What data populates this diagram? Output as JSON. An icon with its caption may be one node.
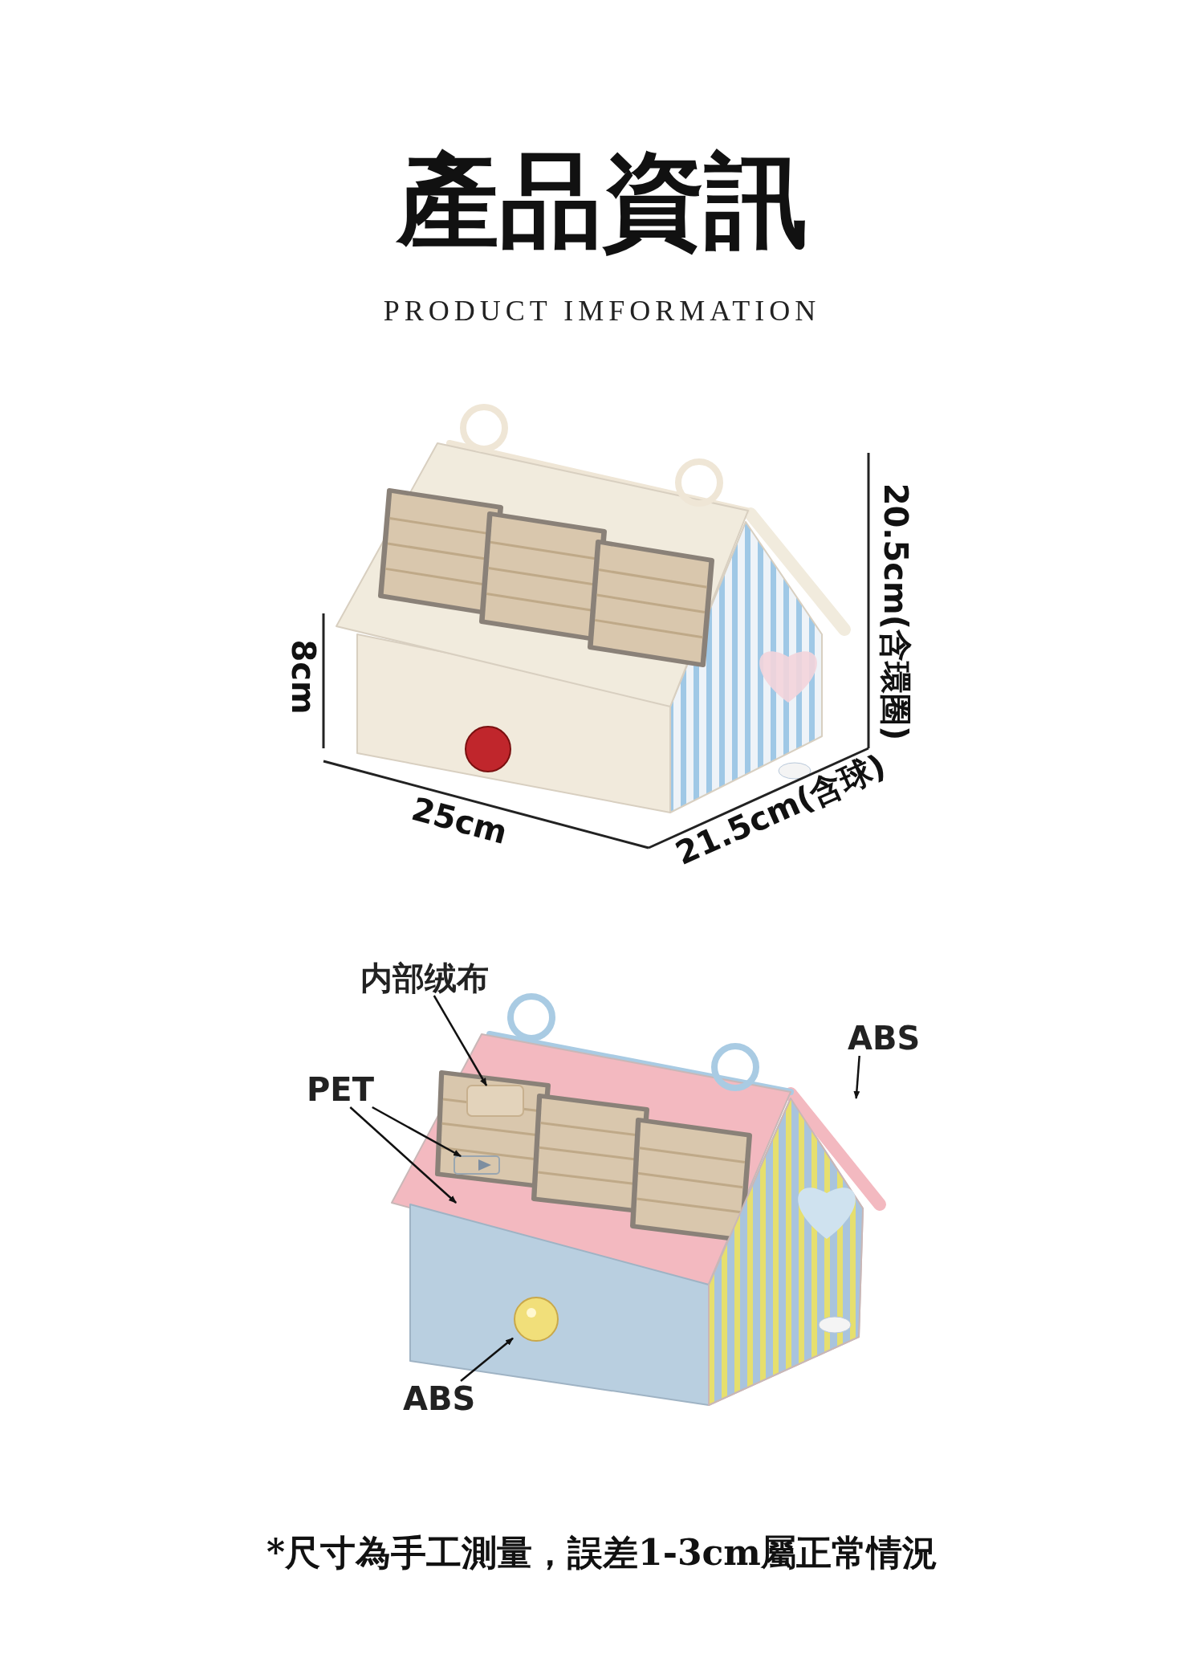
{
  "diagram": {
    "title": "產品資訊",
    "nodes": [
      {
        "text": [
          "内部绒布"
        ]
      },
      {
        "text": [
          "PET"
        ]
      },
      {
        "text": [
          "ABS"
        ]
      },
      {
        "text": [
          "ABS"
        ]
      },
      {
        "text": [],
        "shape": "box"
      },
      {
        "text": [],
        "shape": "picture"
      },
      {
        "text": [],
        "shape": "picture"
      },
      {
        "text": [],
        "shape": "picture"
      },
      {
        "text": [],
        "shape": "circle",
        "in": 6
      }
    ],
    "edges": [
      {
        "from": 0,
        "to": 4,
        "arrow": "to"
      },
      {
        "from": 1,
        "to": 5,
        "arrow": "to"
      },
      {
        "from": 1,
        "to": 6,
        "arrow": "to"
      },
      {
        "from": 2,
        "to": 7,
        "arrow": "to"
      },
      {
        "from": 3,
        "to": 8,
        "arrow": "to"
      }
    ],
    "labels": [
      "PRODUCT IMFORMATION",
      "8cm",
      "20.5cm(含環圈)",
      "25cm",
      "21.5cm(含球)",
      "*尺寸為手工測量，誤差1-3cm屬正常情況"
    ]
  }
}
